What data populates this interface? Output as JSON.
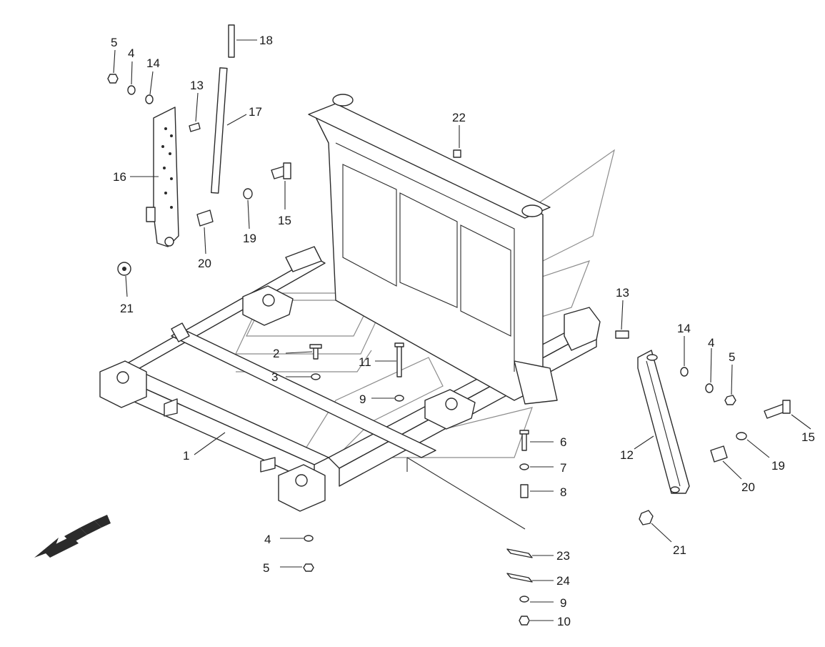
{
  "callouts": [
    {
      "id": "c1",
      "text": "1"
    },
    {
      "id": "c2",
      "text": "2"
    },
    {
      "id": "c3",
      "text": "3"
    },
    {
      "id": "c4a",
      "text": "4"
    },
    {
      "id": "c4b",
      "text": "4"
    },
    {
      "id": "c4c",
      "text": "4"
    },
    {
      "id": "c5a",
      "text": "5"
    },
    {
      "id": "c5b",
      "text": "5"
    },
    {
      "id": "c5c",
      "text": "5"
    },
    {
      "id": "c6",
      "text": "6"
    },
    {
      "id": "c7",
      "text": "7"
    },
    {
      "id": "c8",
      "text": "8"
    },
    {
      "id": "c9a",
      "text": "9"
    },
    {
      "id": "c9b",
      "text": "9"
    },
    {
      "id": "c10",
      "text": "10"
    },
    {
      "id": "c11",
      "text": "11"
    },
    {
      "id": "c12",
      "text": "12"
    },
    {
      "id": "c13a",
      "text": "13"
    },
    {
      "id": "c13b",
      "text": "13"
    },
    {
      "id": "c14a",
      "text": "14"
    },
    {
      "id": "c14b",
      "text": "14"
    },
    {
      "id": "c15a",
      "text": "15"
    },
    {
      "id": "c15b",
      "text": "15"
    },
    {
      "id": "c16",
      "text": "16"
    },
    {
      "id": "c17",
      "text": "17"
    },
    {
      "id": "c18",
      "text": "18"
    },
    {
      "id": "c19a",
      "text": "19"
    },
    {
      "id": "c19b",
      "text": "19"
    },
    {
      "id": "c20a",
      "text": "20"
    },
    {
      "id": "c20b",
      "text": "20"
    },
    {
      "id": "c21a",
      "text": "21"
    },
    {
      "id": "c21b",
      "text": "21"
    },
    {
      "id": "c22",
      "text": "22"
    },
    {
      "id": "c23",
      "text": "23"
    },
    {
      "id": "c24",
      "text": "24"
    }
  ],
  "direction_arrow": {
    "icon": "forward-direction-arrow-icon"
  },
  "colors": {
    "line": "#2b2b2b",
    "watermark": "#8c8c8c",
    "background": "#ffffff"
  }
}
